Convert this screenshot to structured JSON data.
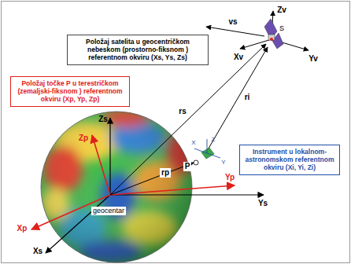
{
  "diagram": {
    "nodes": [
      {
        "text": [
          "Položaj satelita u geocentričkom nebeskom (prostorno-fiksnom ) referentnom okviru (Xs, Ys, Zs)"
        ]
      },
      {
        "text": [
          "Položaj točke P u terestričkom (zemaljski-fiksnom ) referentnom okviru (Xp, Yp, Zp)"
        ]
      },
      {
        "text": [
          "Instrument u lokalnom-astronomskom referentnom okviru (Xi, Yi, Zi)"
        ]
      }
    ],
    "labels": [
      "Zs",
      "Zp",
      "Yp",
      "Ys",
      "Xp",
      "Xs",
      "geocentar",
      "P",
      "rp",
      "rs",
      "ri",
      "vs",
      "S",
      "Zv",
      "Xv",
      "Yv",
      "Z",
      "X",
      "Y"
    ]
  }
}
